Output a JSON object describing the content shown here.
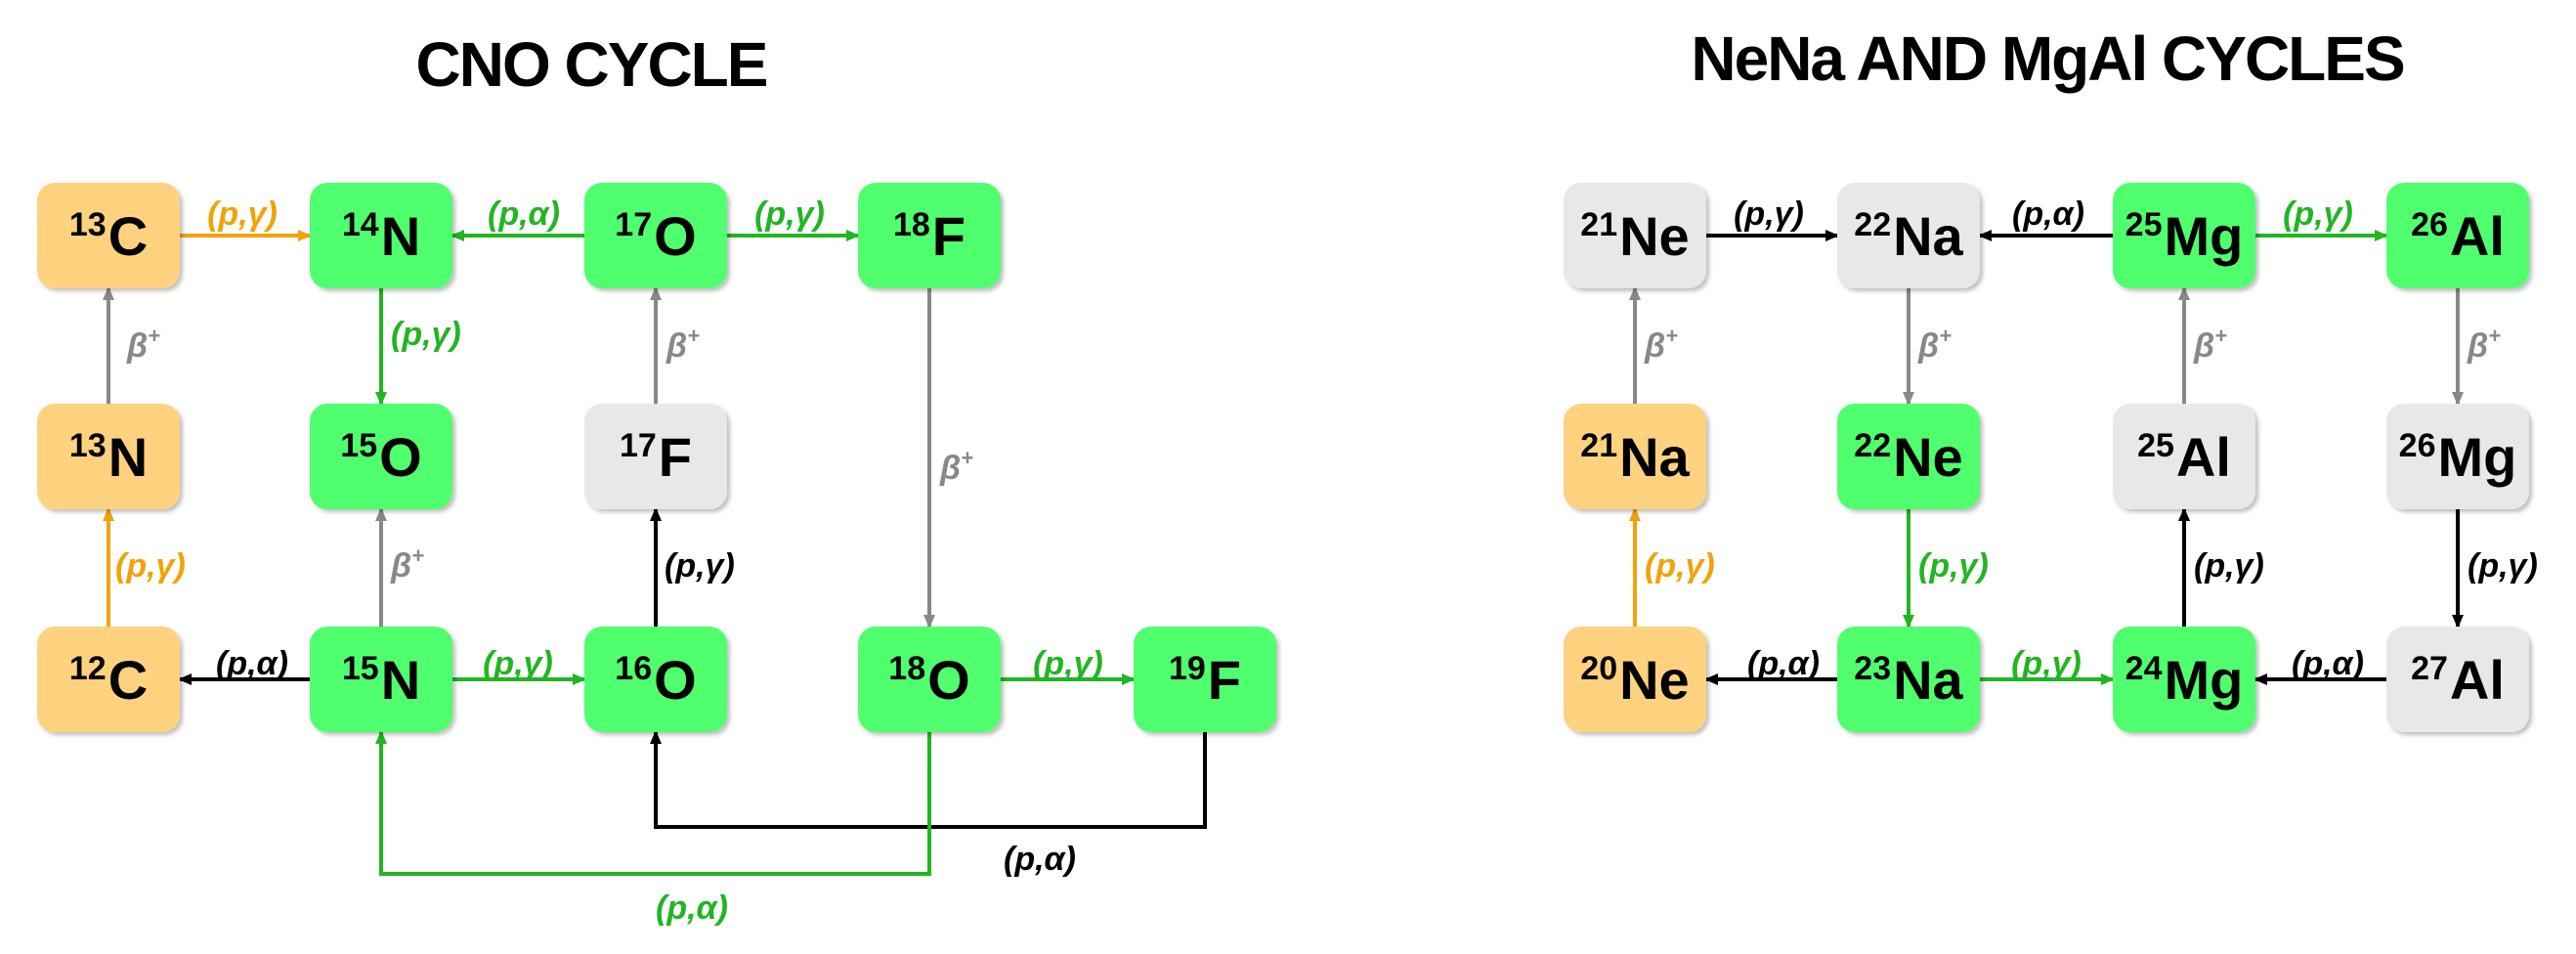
{
  "titles": {
    "cno": "CNO CYCLE",
    "nena_mgal": "NeNa AND MgAl CYCLES"
  },
  "colors": {
    "orange_node": "#FFD27F",
    "green_node": "#4FFF6E",
    "gray_node": "#E8E8E8",
    "green_arrow": "#22B522",
    "orange_arrow": "#F2A20A",
    "gray_arrow": "#888888",
    "black_arrow": "#000000"
  },
  "cno_nuclides": [
    {
      "id": "c13",
      "mass": "13",
      "symbol": "C",
      "color": "orange"
    },
    {
      "id": "n14",
      "mass": "14",
      "symbol": "N",
      "color": "green"
    },
    {
      "id": "o17",
      "mass": "17",
      "symbol": "O",
      "color": "green"
    },
    {
      "id": "f18",
      "mass": "18",
      "symbol": "F",
      "color": "green"
    },
    {
      "id": "n13",
      "mass": "13",
      "symbol": "N",
      "color": "orange"
    },
    {
      "id": "o15",
      "mass": "15",
      "symbol": "O",
      "color": "green"
    },
    {
      "id": "f17",
      "mass": "17",
      "symbol": "F",
      "color": "gray"
    },
    {
      "id": "c12",
      "mass": "12",
      "symbol": "C",
      "color": "orange"
    },
    {
      "id": "n15",
      "mass": "15",
      "symbol": "N",
      "color": "green"
    },
    {
      "id": "o16",
      "mass": "16",
      "symbol": "O",
      "color": "green"
    },
    {
      "id": "o18",
      "mass": "18",
      "symbol": "O",
      "color": "green"
    },
    {
      "id": "f19",
      "mass": "19",
      "symbol": "F",
      "color": "green"
    }
  ],
  "nena_nuclides": [
    {
      "id": "ne21",
      "mass": "21",
      "symbol": "Ne",
      "color": "gray"
    },
    {
      "id": "na22",
      "mass": "22",
      "symbol": "Na",
      "color": "gray"
    },
    {
      "id": "mg25",
      "mass": "25",
      "symbol": "Mg",
      "color": "green"
    },
    {
      "id": "al26",
      "mass": "26",
      "symbol": "Al",
      "color": "green"
    },
    {
      "id": "na21",
      "mass": "21",
      "symbol": "Na",
      "color": "orange"
    },
    {
      "id": "ne22",
      "mass": "22",
      "symbol": "Ne",
      "color": "green"
    },
    {
      "id": "al25",
      "mass": "25",
      "symbol": "Al",
      "color": "gray"
    },
    {
      "id": "mg26",
      "mass": "26",
      "symbol": "Mg",
      "color": "gray"
    },
    {
      "id": "ne20",
      "mass": "20",
      "symbol": "Ne",
      "color": "orange"
    },
    {
      "id": "na23",
      "mass": "23",
      "symbol": "Na",
      "color": "green"
    },
    {
      "id": "mg24",
      "mass": "24",
      "symbol": "Mg",
      "color": "green"
    },
    {
      "id": "al27",
      "mass": "27",
      "symbol": "Al",
      "color": "gray"
    }
  ],
  "reactions": {
    "p_gamma": "(p,γ)",
    "p_alpha": "(p,α)",
    "beta_base": "β",
    "beta_sup": "+"
  }
}
